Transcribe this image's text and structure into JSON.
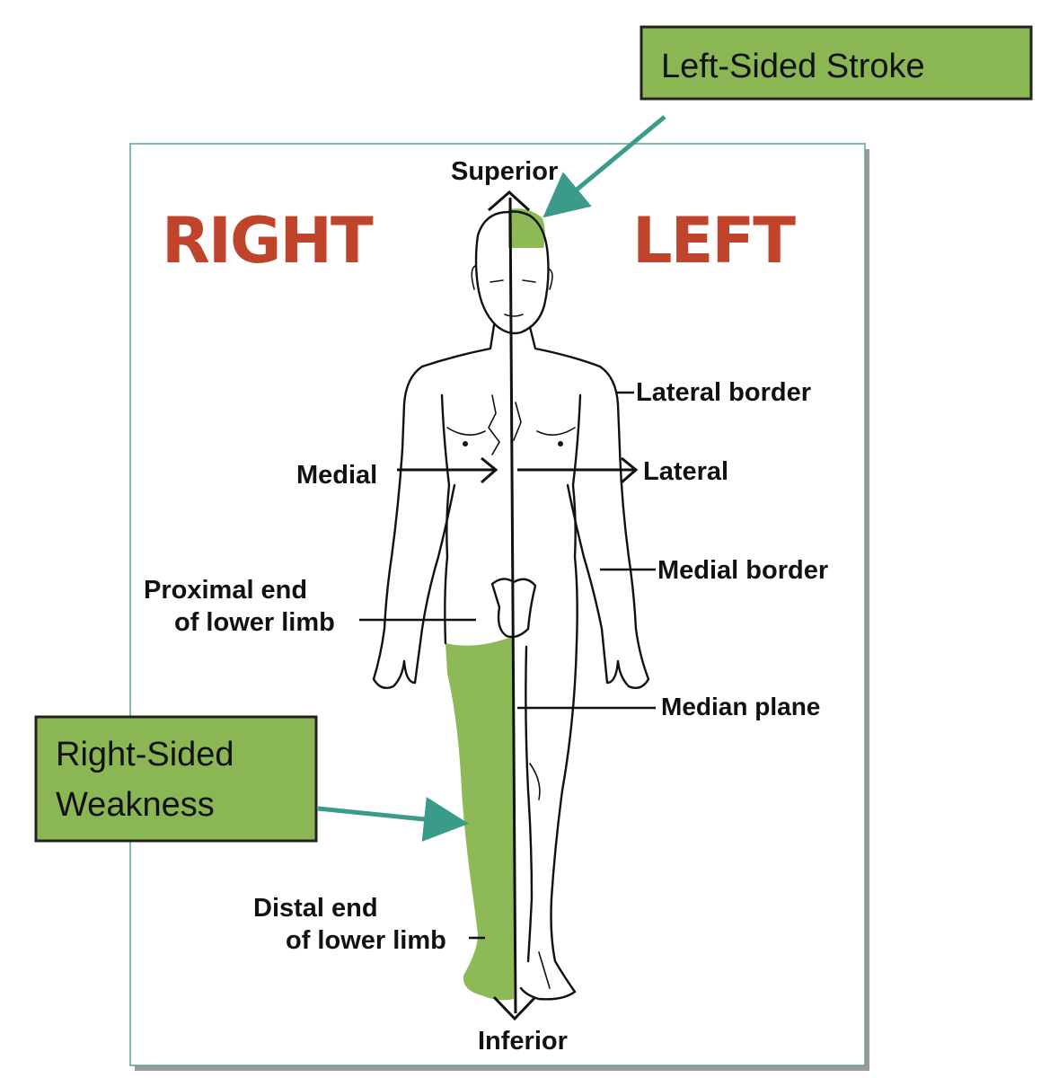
{
  "callouts": {
    "stroke": "Left-Sided Stroke",
    "weakness_line1": "Right-Sided",
    "weakness_line2": "Weakness"
  },
  "sides": {
    "right": "RIGHT",
    "left": "LEFT"
  },
  "labels": {
    "superior": "Superior",
    "inferior": "Inferior",
    "medial": "Medial",
    "lateral": "Lateral",
    "lateral_border": "Lateral border",
    "medial_border": "Medial border",
    "proximal_line1": "Proximal end",
    "proximal_line2": "of lower limb",
    "distal_line1": "Distal end",
    "distal_line2": "of lower limb",
    "median_plane": "Median plane"
  },
  "colors": {
    "highlight_green": "#8dba56",
    "callout_fill": "#8ab653",
    "arrow_teal": "#3a9b8a",
    "side_text": "#c0442c",
    "frame_border": "#5fa394"
  }
}
